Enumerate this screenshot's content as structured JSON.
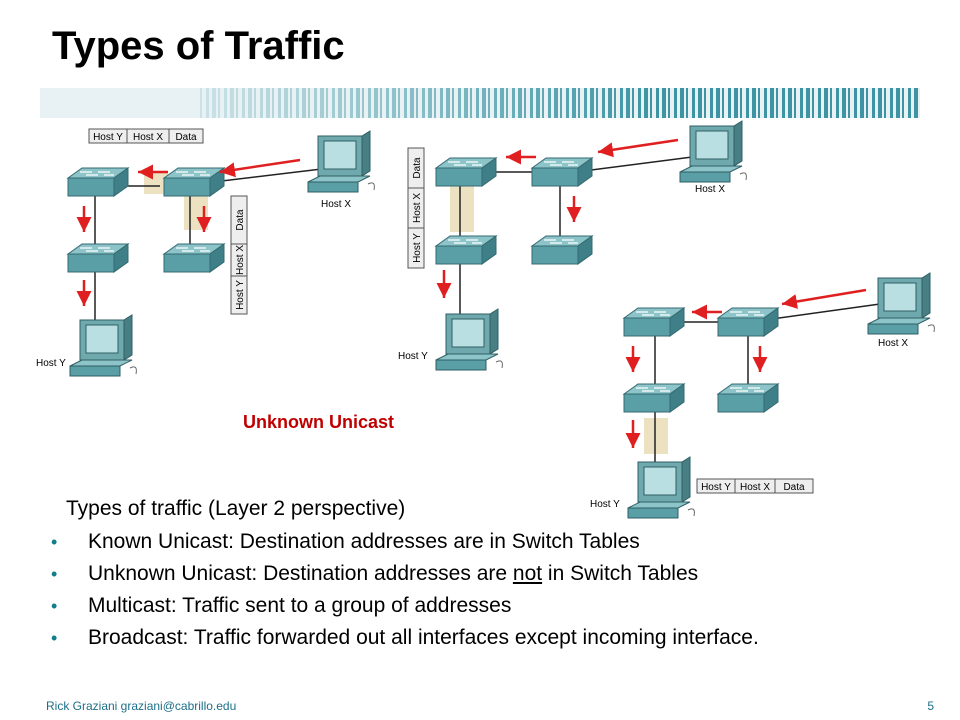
{
  "slide": {
    "title": "Types of Traffic",
    "diagram_caption": "Unknown Unicast",
    "intro": "Types of traffic (Layer 2 perspective)",
    "bullets": [
      {
        "term": "Known Unicast: ",
        "text": "Destination addresses are in Switch Tables"
      },
      {
        "term": "Unknown Unicast: ",
        "text_before": "Destination addresses are ",
        "emph": "not",
        "text_after": " in Switch Tables"
      },
      {
        "term": "Multicast: ",
        "text": "Traffic sent to a group of addresses"
      },
      {
        "term": "Broadcast:  ",
        "text": "Traffic forwarded out all interfaces except incoming interface."
      }
    ],
    "footer": {
      "author": "Rick Graziani  graziani@cabrillo.edu",
      "page": "5"
    }
  },
  "diagram": {
    "hosts": {
      "host_x": "Host X",
      "host_y": "Host Y"
    },
    "frame_fields": [
      "Host Y",
      "Host X",
      "Data"
    ],
    "colors": {
      "arrow": "#e02020",
      "switch": "#5a9ea6",
      "frame_fill": "#eeeeee",
      "brand_stripe": "#2b8a99"
    }
  }
}
